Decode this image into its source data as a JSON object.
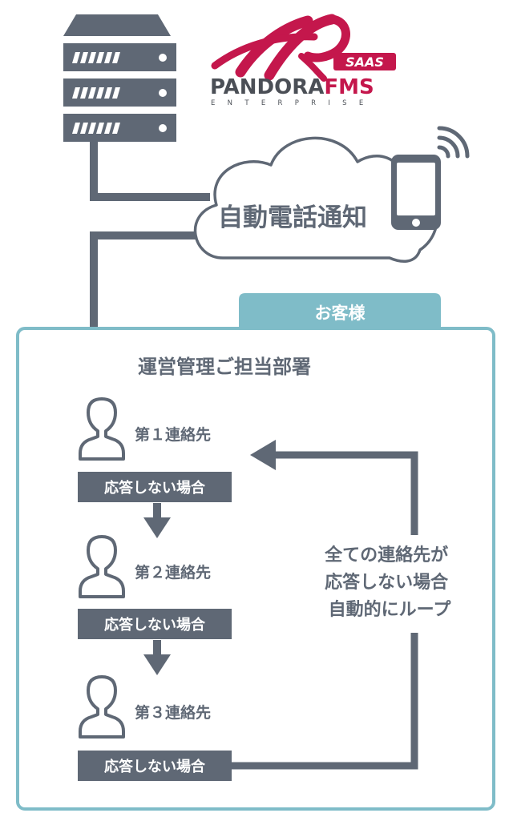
{
  "logo": {
    "brand": "PANDORA",
    "brand_accent": "FMS",
    "edition": "ENTERPRISE",
    "badge": "SAAS"
  },
  "cloud": {
    "label": "自動電話通知"
  },
  "customer": {
    "tab_label": "お客様",
    "department_title": "運営管理ご担当部署"
  },
  "contacts": [
    {
      "label": "第１連絡先",
      "status": "応答しない場合"
    },
    {
      "label": "第２連絡先",
      "status": "応答しない場合"
    },
    {
      "label": "第３連絡先",
      "status": "応答しない場合"
    }
  ],
  "loop_note": [
    "全ての連絡先が",
    "応答しない場合",
    "自動的にループ"
  ],
  "colors": {
    "slate": "#5f6875",
    "teal": "#7fbcc8",
    "logo_red": "#c4174c",
    "logo_text": "#4b4f56",
    "white": "#ffffff"
  },
  "icons": [
    "server-icon",
    "cloud-icon",
    "smartphone-icon",
    "signal-waves-icon",
    "person-icon",
    "arrow-down-icon",
    "arrow-left-icon"
  ]
}
